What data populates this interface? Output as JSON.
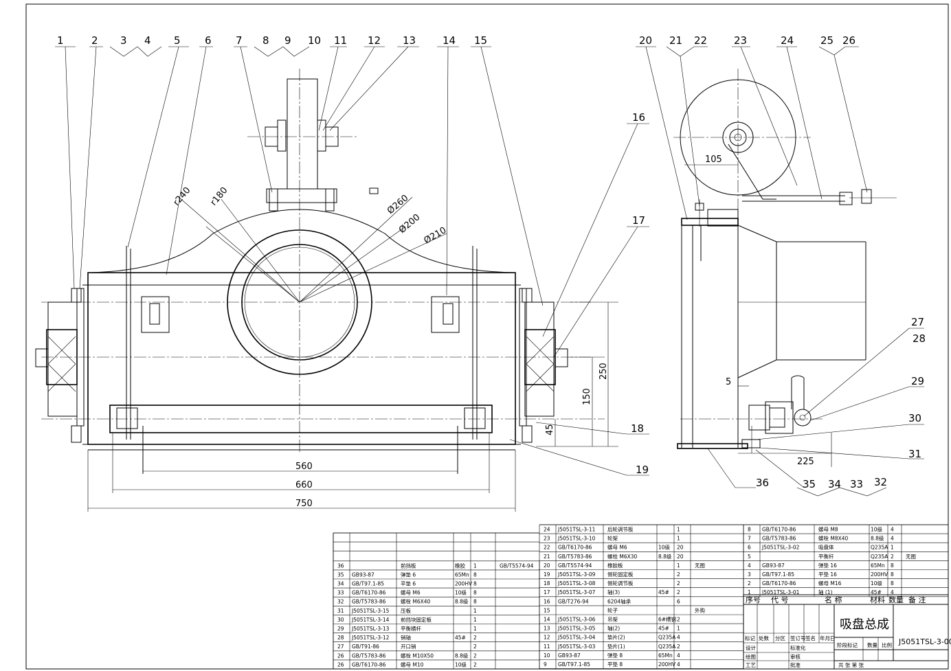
{
  "drawing": {
    "title": "吸盘总成",
    "code": "J5051TSL-3-00"
  },
  "balloons_front": [
    "1",
    "2",
    "3",
    "4",
    "5",
    "6",
    "7",
    "8",
    "9",
    "10",
    "11",
    "12",
    "13",
    "14",
    "15",
    "16",
    "17",
    "18",
    "19"
  ],
  "balloons_side": [
    "20",
    "21",
    "22",
    "23",
    "24",
    "25",
    "26",
    "27",
    "28",
    "29",
    "30",
    "31",
    "32",
    "33",
    "34",
    "35",
    "36"
  ],
  "dimensions": {
    "d750": "750",
    "d660": "660",
    "d560": "560",
    "d250": "250",
    "d150": "150",
    "d45": "45",
    "d105": "105",
    "d225": "225",
    "d5": "5",
    "r240": "r240",
    "r180": "r180",
    "phi260": "Ø260",
    "phi200": "Ø200",
    "phi210": "Ø210"
  },
  "bom_left": [
    {
      "no": "36",
      "code": "",
      "name": "前挡板",
      "mat": "橡胶",
      "qty": "1",
      "note": "GB/T5574-94"
    },
    {
      "no": "35",
      "code": "GB93-87",
      "name": "弹垫 6",
      "mat": "65Mn",
      "qty": "8",
      "note": ""
    },
    {
      "no": "34",
      "code": "GB/T97.1-85",
      "name": "平垫 6",
      "mat": "200HV",
      "qty": "8",
      "note": ""
    },
    {
      "no": "33",
      "code": "GB/T6170-86",
      "name": "螺母 M6",
      "mat": "10级",
      "qty": "8",
      "note": ""
    },
    {
      "no": "32",
      "code": "GB/T5783-86",
      "name": "螺栓 M6X40",
      "mat": "8.8级",
      "qty": "8",
      "note": ""
    },
    {
      "no": "31",
      "code": "J5051TSL-3-15",
      "name": "压板",
      "mat": "",
      "qty": "1",
      "note": ""
    },
    {
      "no": "30",
      "code": "J5051TSL-3-14",
      "name": "前挡块固定板",
      "mat": "",
      "qty": "1",
      "note": ""
    },
    {
      "no": "29",
      "code": "J5051TSL-3-13",
      "name": "平衡横杆",
      "mat": "",
      "qty": "1",
      "note": ""
    },
    {
      "no": "28",
      "code": "J5051TSL-3-12",
      "name": "销轴",
      "mat": "45#",
      "qty": "2",
      "note": ""
    },
    {
      "no": "27",
      "code": "GB/T91-86",
      "name": "开口销",
      "mat": "",
      "qty": "2",
      "note": ""
    },
    {
      "no": "26",
      "code": "GB/T5783-86",
      "name": "螺栓 M10X50",
      "mat": "8.8级",
      "qty": "2",
      "note": ""
    },
    {
      "no": "26",
      "code": "GB/T6170-86",
      "name": "螺母 M10",
      "mat": "10级",
      "qty": "2",
      "note": ""
    }
  ],
  "bom_mid": [
    {
      "no": "24",
      "code": "J5051TSL-3-11",
      "name": "后轮调节板",
      "mat": "",
      "qty": "1",
      "note": ""
    },
    {
      "no": "23",
      "code": "J5051TSL-3-10",
      "name": "轮架",
      "mat": "",
      "qty": "1",
      "note": ""
    },
    {
      "no": "22",
      "code": "GB/T6170-86",
      "name": "螺母 M6",
      "mat": "10级",
      "qty": "20",
      "note": ""
    },
    {
      "no": "21",
      "code": "GB/T5783-86",
      "name": "螺栓 M6X30",
      "mat": "8.8级",
      "qty": "20",
      "note": ""
    },
    {
      "no": "20",
      "code": "GB/T5574-94",
      "name": "橡胶板",
      "mat": "",
      "qty": "1",
      "note": "无图"
    },
    {
      "no": "19",
      "code": "J5051TSL-3-09",
      "name": "侧轮固定板",
      "mat": "",
      "qty": "2",
      "note": ""
    },
    {
      "no": "18",
      "code": "J5051TSL-3-08",
      "name": "侧轮调节板",
      "mat": "",
      "qty": "2",
      "note": ""
    },
    {
      "no": "17",
      "code": "J5051TSL-3-07",
      "name": "轴(3)",
      "mat": "45#",
      "qty": "2",
      "note": ""
    },
    {
      "no": "16",
      "code": "GB/T276-94",
      "name": "6204轴承",
      "mat": "",
      "qty": "6",
      "note": ""
    },
    {
      "no": "15",
      "code": "",
      "name": "轮子",
      "mat": "",
      "qty": "",
      "note": "外购"
    },
    {
      "no": "14",
      "code": "J5051TSL-3-06",
      "name": "吊架",
      "mat": "6#槽钢",
      "qty": "2",
      "note": ""
    },
    {
      "no": "13",
      "code": "J5051TSL-3-05",
      "name": "轴(2)",
      "mat": "45#",
      "qty": "1",
      "note": ""
    },
    {
      "no": "12",
      "code": "J5051TSL-3-04",
      "name": "垫片(2)",
      "mat": "Q235A",
      "qty": "4",
      "note": ""
    },
    {
      "no": "11",
      "code": "J5051TSL-3-03",
      "name": "垫片(1)",
      "mat": "Q235A",
      "qty": "2",
      "note": ""
    },
    {
      "no": "10",
      "code": "GB93-87",
      "name": "弹垫 8",
      "mat": "65Mn",
      "qty": "4",
      "note": ""
    },
    {
      "no": "9",
      "code": "GB/T97.1-85",
      "name": "平垫 8",
      "mat": "200HV",
      "qty": "4",
      "note": ""
    }
  ],
  "bom_right": [
    {
      "no": "8",
      "code": "GB/T6170-86",
      "name": "螺母 M8",
      "mat": "10级",
      "qty": "4",
      "note": ""
    },
    {
      "no": "7",
      "code": "GB/T5783-86",
      "name": "螺栓 M8X40",
      "mat": "8.8级",
      "qty": "4",
      "note": ""
    },
    {
      "no": "6",
      "code": "J5051TSL-3-02",
      "name": "吸盘体",
      "mat": "Q235A",
      "qty": "1",
      "note": ""
    },
    {
      "no": "5",
      "code": "",
      "name": "平衡杆",
      "mat": "Q235A",
      "qty": "2",
      "note": "无图"
    },
    {
      "no": "4",
      "code": "GB93-87",
      "name": "弹垫 16",
      "mat": "65Mn",
      "qty": "8",
      "note": ""
    },
    {
      "no": "3",
      "code": "GB/T97.1-85",
      "name": "平垫 16",
      "mat": "200HV",
      "qty": "8",
      "note": ""
    },
    {
      "no": "2",
      "code": "GB/T6170-86",
      "name": "螺母 M16",
      "mat": "10级",
      "qty": "8",
      "note": ""
    },
    {
      "no": "1",
      "code": "J5051TSL-3-01",
      "name": "轴 (1)",
      "mat": "45#",
      "qty": "4",
      "note": ""
    }
  ],
  "bom_header": {
    "no": "序号",
    "code": "代  号",
    "name": "名  称",
    "mat": "材料",
    "qty": "数量",
    "note": "备  注"
  },
  "title_block": {
    "rev_cols": [
      "标记",
      "处数",
      "分区",
      "签订号",
      "签名",
      "年月日"
    ],
    "roles": [
      "设计",
      "绘图",
      "工艺"
    ],
    "roles2": [
      "标准化",
      "审核",
      "批准"
    ],
    "stage_label": "阶段标记",
    "weight_label": "数量",
    "scale_label": "比例",
    "sheet_label": "共 张 第 张"
  }
}
